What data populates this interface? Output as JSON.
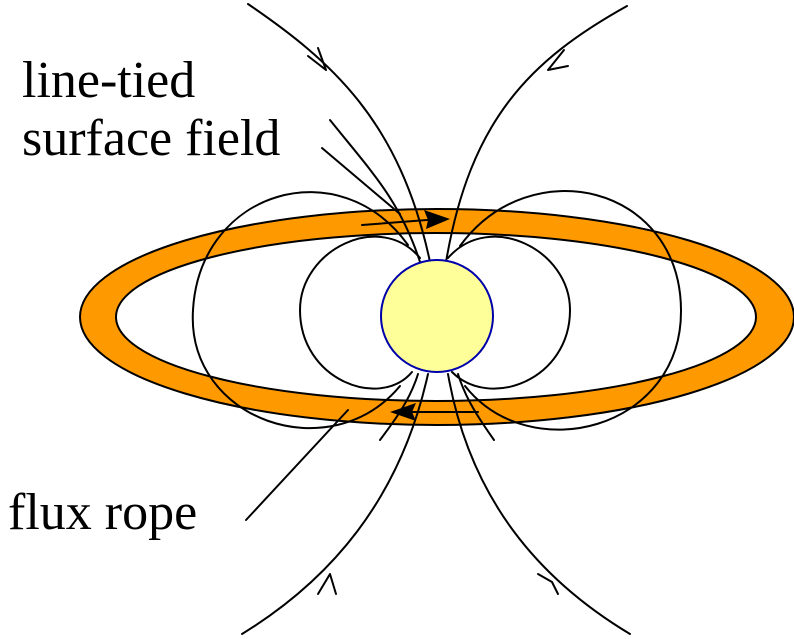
{
  "labels": {
    "line_tied": "line-tied",
    "surface_field": "surface field",
    "flux_rope": "flux rope"
  },
  "colors": {
    "flux_rope": "#ff9900",
    "star": "#ffff99",
    "star_outline": "#0000aa",
    "lines": "#000000"
  }
}
